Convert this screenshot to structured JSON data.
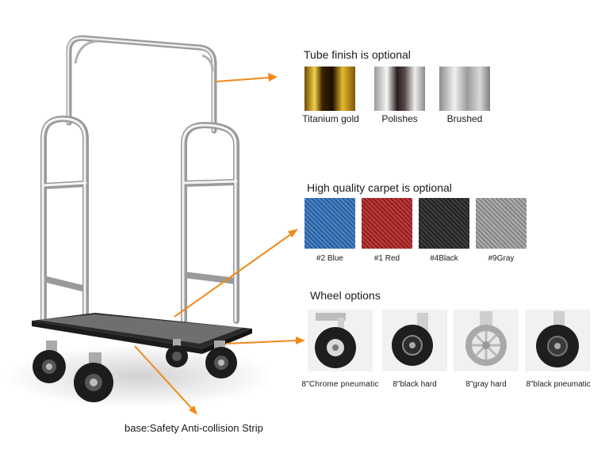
{
  "tube_section": {
    "title": "Tube finish is optional",
    "options": [
      {
        "label": "Titanium gold",
        "color": "#c99a1e"
      },
      {
        "label": "Polishes",
        "color": "#8a8a8a"
      },
      {
        "label": "Brushed",
        "color": "#b8b8b8"
      }
    ]
  },
  "carpet_section": {
    "title": "High quality carpet is optional",
    "options": [
      {
        "label": "#2 Blue",
        "color": "#2f6fb8"
      },
      {
        "label": "#1 Red",
        "color": "#b22424"
      },
      {
        "label": "#4Black",
        "color": "#2a2a2a"
      },
      {
        "label": "#9Gray",
        "color": "#9a9a9a"
      }
    ]
  },
  "wheel_section": {
    "title": "Wheel options",
    "options": [
      {
        "label": "8\"Chrome pneumatic"
      },
      {
        "label": "8\"black hard"
      },
      {
        "label": "8\"gray hard"
      },
      {
        "label": "8\"black pneumatic"
      }
    ]
  },
  "base_caption": "base:Safety Anti-collision Strip",
  "colors": {
    "arrow": "#f08a1c",
    "chrome": "#c8c8c8",
    "carpet": "#6f6f6f"
  }
}
